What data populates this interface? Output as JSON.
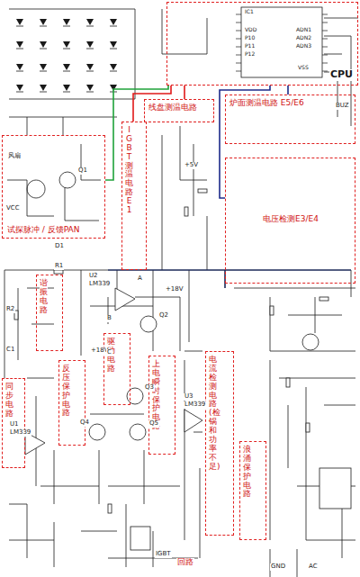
{
  "diagram": {
    "nodes": [
      {
        "text": [
          "CPU"
        ]
      },
      {
        "text": [
          "线盘测温电路"
        ]
      },
      {
        "text": [
          "炉面测温电路 E5/E6"
        ]
      },
      {
        "text": [
          "试探脉冲 / 反馈PAN"
        ]
      },
      {
        "text": [
          "IGBT测温电路 E1"
        ]
      },
      {
        "text": [
          "电压检测E3/E4"
        ]
      },
      {
        "text": [
          "谐振电路"
        ]
      },
      {
        "text": [
          "反压保护电路"
        ]
      },
      {
        "text": [
          "驱动电路"
        ]
      },
      {
        "text": [
          "上电瞬时保护电路"
        ]
      },
      {
        "text": [
          "电流检测电路(检锅和功率不足)"
        ]
      },
      {
        "text": [
          "浪涌保护电路"
        ]
      },
      {
        "text": [
          "同步电路"
        ]
      }
    ],
    "edges": [
      {
        "from": 1,
        "to": 0,
        "arrow": "none"
      },
      {
        "from": 4,
        "to": 0,
        "arrow": "none"
      },
      {
        "from": 3,
        "to": 0,
        "arrow": "none"
      },
      {
        "from": 2,
        "to": 0,
        "arrow": "none"
      },
      {
        "from": 5,
        "to": 0,
        "arrow": "none"
      }
    ],
    "labels": [
      "IC1",
      "VDD",
      "P10",
      "P11",
      "P12",
      "VSS",
      "ADN1",
      "ADN2",
      "ADN3",
      "风扇",
      "U2",
      "LM339",
      "U1",
      "LM339",
      "U3",
      "LM339",
      "Q1",
      "Q2",
      "Q3",
      "Q4",
      "Q5",
      "IGBT",
      "VCC",
      "+5V",
      "+18V",
      "+18V",
      "GND",
      "AC",
      "A",
      "B",
      "C",
      "R1",
      "R2",
      "C1",
      "D1",
      "回路",
      "BUZ"
    ]
  }
}
